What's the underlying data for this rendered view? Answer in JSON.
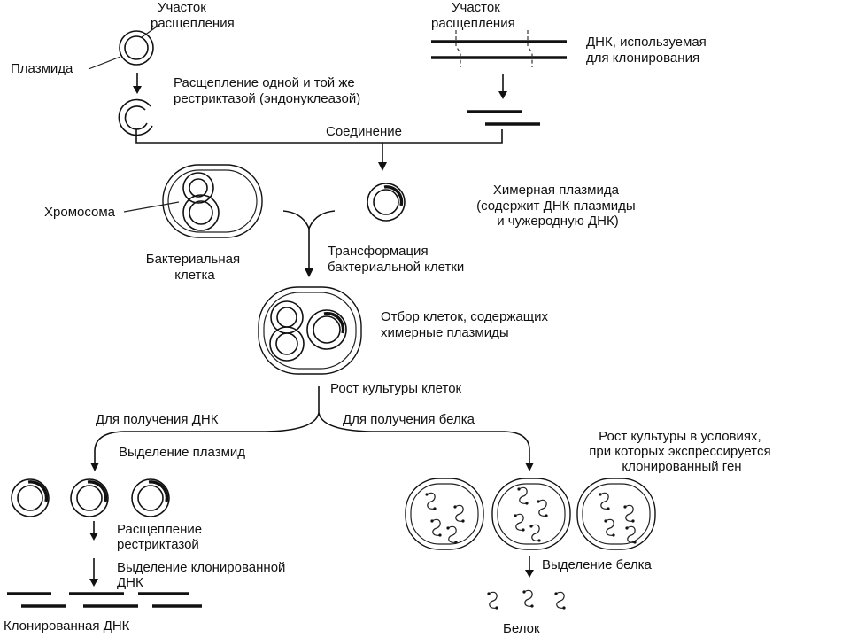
{
  "labels": {
    "cut_site_plasmid": [
      "Участок",
      "расщепления"
    ],
    "plasmid": "Плазмида",
    "cut_site_dna": [
      "Участок",
      "расщепления"
    ],
    "cloning_dna": [
      "ДНК, используемая",
      "для клонирования"
    ],
    "same_restrictase": [
      "Расщепление одной и той же",
      "рестриктазой (эндонуклеазой)"
    ],
    "joining": "Соединение",
    "chimeric_plasmid": [
      "Химерная плазмида",
      "(содержит ДНК плазмиды",
      "и чужеродную ДНК)"
    ],
    "chromosome": "Хромосома",
    "bacterial_cell": [
      "Бактериальная",
      "клетка"
    ],
    "transformation": [
      "Трансформация",
      "бактериальной клетки"
    ],
    "selection": [
      "Отбор клеток, содержащих",
      "химерные плазмиды"
    ],
    "culture_growth": "Рост культуры клеток",
    "for_dna": "Для получения ДНК",
    "for_protein": "Для получения белка",
    "plasmid_isolation": "Выделение плазмид",
    "growth_conditions": [
      "Рост культуры в условиях,",
      "при которых экспрессируется",
      "клонированный ген"
    ],
    "restrictase_cleavage": [
      "Расщепление",
      "рестриктазой"
    ],
    "cloned_dna_isolation": [
      "Выделение клонированной",
      "ДНК"
    ],
    "protein_isolation": "Выделение белка",
    "cloned_dna": "Клонированная ДНК",
    "protein": "Белок"
  }
}
